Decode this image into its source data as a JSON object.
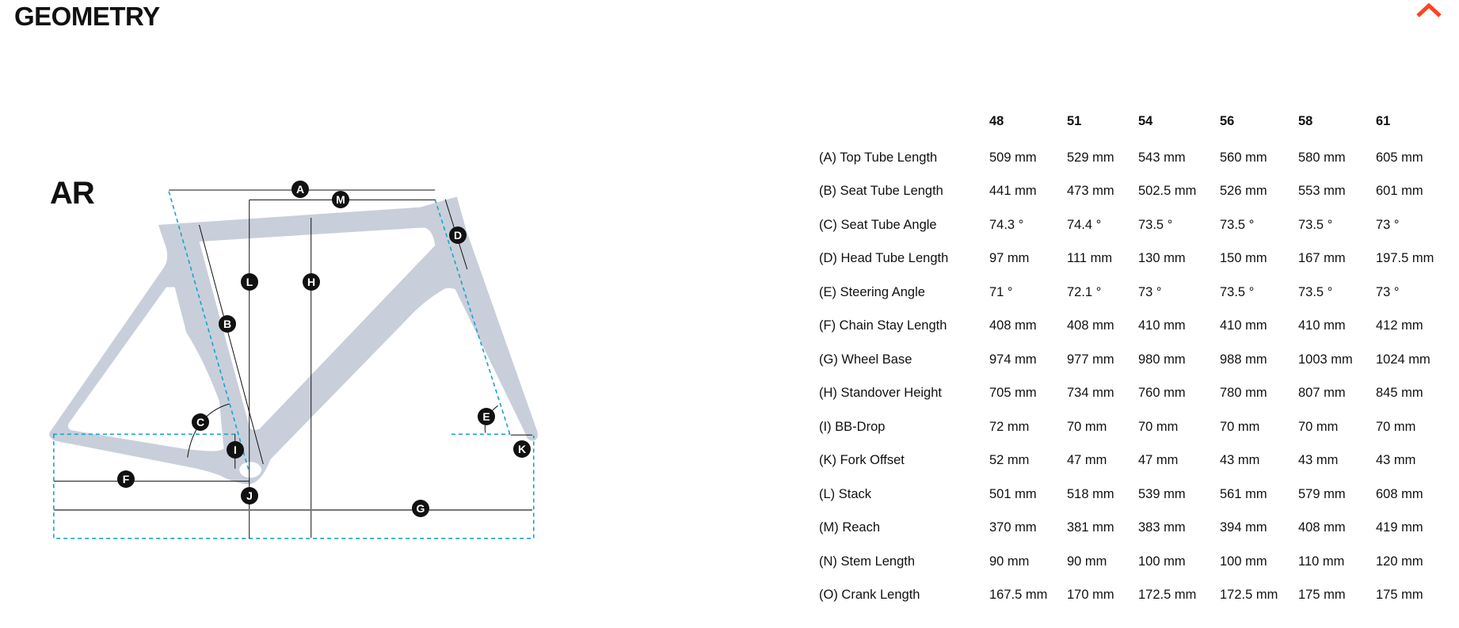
{
  "header": {
    "title": "GEOMETRY",
    "collapse_icon": "chevron-up-icon",
    "accent_color": "#ff4422"
  },
  "diagram": {
    "model": "AR",
    "labels": [
      "A",
      "M",
      "D",
      "L",
      "H",
      "B",
      "C",
      "E",
      "I",
      "K",
      "F",
      "J",
      "G"
    ],
    "frame_color": "#c8cfda",
    "guide_color": "#1aa3c8"
  },
  "table": {
    "sizes": [
      "48",
      "51",
      "54",
      "56",
      "58",
      "61"
    ],
    "rows": [
      {
        "label": "(A) Top Tube Length",
        "values": [
          "509 mm",
          "529 mm",
          "543 mm",
          "560 mm",
          "580 mm",
          "605 mm"
        ]
      },
      {
        "label": "(B) Seat Tube Length",
        "values": [
          "441 mm",
          "473 mm",
          "502.5 mm",
          "526 mm",
          "553 mm",
          "601 mm"
        ]
      },
      {
        "label": "(C) Seat Tube Angle",
        "values": [
          "74.3 °",
          "74.4 °",
          "73.5 °",
          "73.5 °",
          "73.5 °",
          "73 °"
        ]
      },
      {
        "label": "(D) Head Tube Length",
        "values": [
          "97 mm",
          "111 mm",
          "130 mm",
          "150 mm",
          "167 mm",
          "197.5 mm"
        ]
      },
      {
        "label": "(E) Steering Angle",
        "values": [
          "71 °",
          "72.1 °",
          "73 °",
          "73.5 °",
          "73.5 °",
          "73 °"
        ]
      },
      {
        "label": "(F) Chain Stay Length",
        "values": [
          "408 mm",
          "408 mm",
          "410 mm",
          "410 mm",
          "410 mm",
          "412 mm"
        ]
      },
      {
        "label": "(G) Wheel Base",
        "values": [
          "974 mm",
          "977 mm",
          "980 mm",
          "988 mm",
          "1003 mm",
          "1024 mm"
        ]
      },
      {
        "label": "(H) Standover Height",
        "values": [
          "705 mm",
          "734 mm",
          "760 mm",
          "780 mm",
          "807 mm",
          "845 mm"
        ]
      },
      {
        "label": "(I) BB-Drop",
        "values": [
          "72 mm",
          "70 mm",
          "70 mm",
          "70 mm",
          "70 mm",
          "70 mm"
        ]
      },
      {
        "label": "(K) Fork Offset",
        "values": [
          "52 mm",
          "47 mm",
          "47 mm",
          "43 mm",
          "43 mm",
          "43 mm"
        ]
      },
      {
        "label": "(L) Stack",
        "values": [
          "501 mm",
          "518 mm",
          "539 mm",
          "561 mm",
          "579 mm",
          "608 mm"
        ]
      },
      {
        "label": "(M) Reach",
        "values": [
          "370 mm",
          "381 mm",
          "383 mm",
          "394 mm",
          "408 mm",
          "419 mm"
        ]
      },
      {
        "label": "(N) Stem Length",
        "values": [
          "90 mm",
          "90 mm",
          "100 mm",
          "100 mm",
          "110 mm",
          "120 mm"
        ]
      },
      {
        "label": "(O) Crank Length",
        "values": [
          "167.5 mm",
          "170 mm",
          "172.5 mm",
          "172.5 mm",
          "175 mm",
          "175 mm"
        ]
      }
    ]
  }
}
